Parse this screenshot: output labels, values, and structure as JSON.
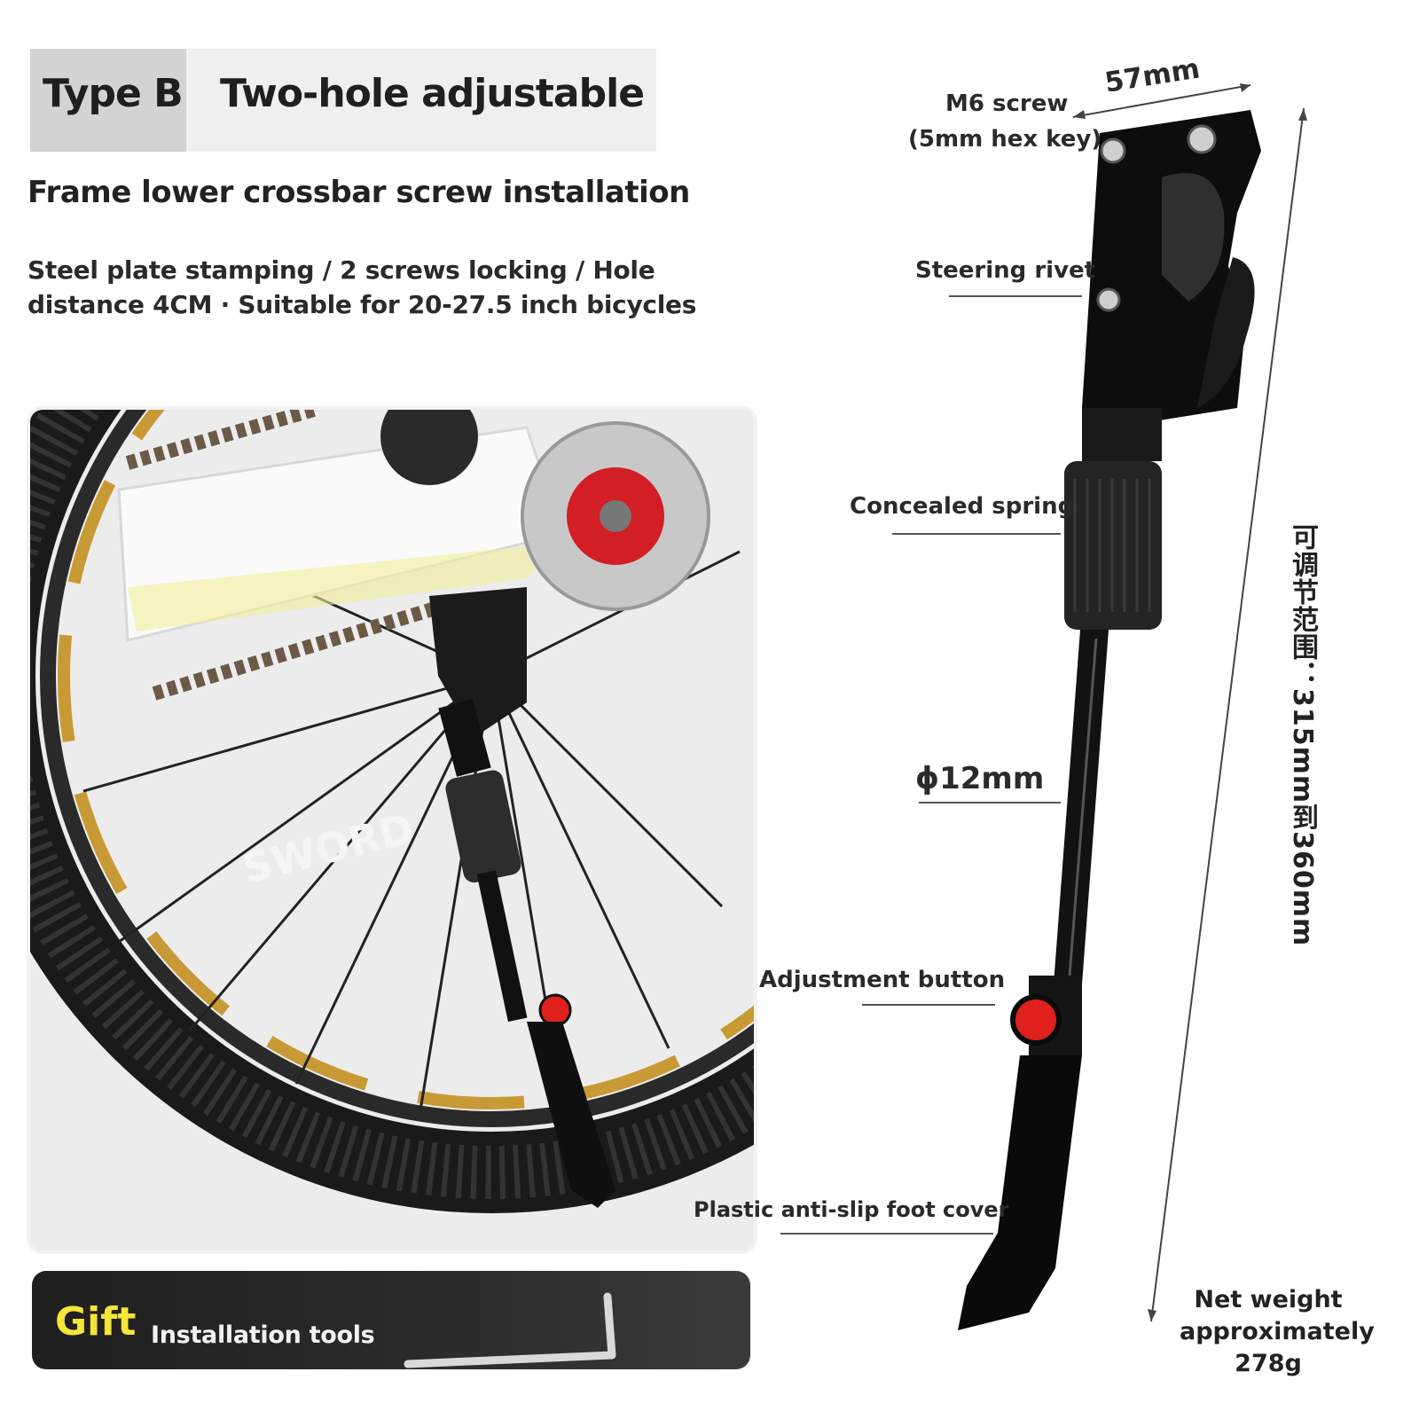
{
  "header": {
    "type_label": "Type B",
    "title": "Two-hole adjustable",
    "subtitle": "Frame lower crossbar screw installation",
    "description_line1": "Steel plate stamping / 2 screws locking / Hole",
    "description_line2": "distance 4CM · Suitable for 20-27.5 inch bicycles"
  },
  "photo": {
    "rim_text": "SWORD"
  },
  "gift": {
    "label": "Gift",
    "item": "Installation tools"
  },
  "diagram": {
    "width_dimension": "57mm",
    "screw_label_line1": "M6 screw",
    "screw_label_line2": "(5mm hex key)",
    "rivet_label": "Steering rivet",
    "spring_label": "Concealed spring",
    "diameter_label": "ϕ12mm",
    "button_label": "Adjustment button",
    "foot_label": "Plastic anti-slip foot cover",
    "range_label": "可调节范围：315mm到360mm",
    "net_weight_line1": "Net weight",
    "net_weight_line2": "approximately",
    "net_weight_line3": "278g"
  },
  "colors": {
    "type_box": "#d3d3d3",
    "title_box": "#efefef",
    "gift_bar": "#262626",
    "gift_accent": "#f3e53a",
    "button_red": "#e0201b",
    "kickstand_black": "#111111"
  }
}
